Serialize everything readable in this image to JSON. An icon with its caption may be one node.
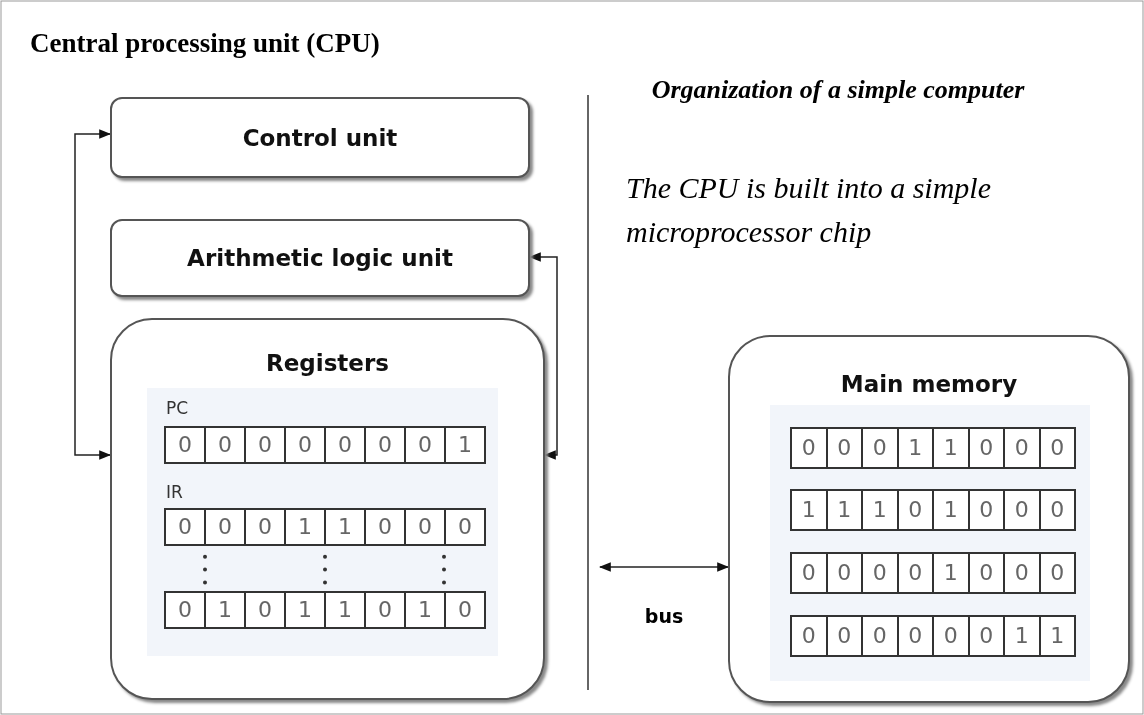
{
  "diagram": {
    "title": "Central processing unit (CPU)",
    "nodes": [
      {
        "text": [
          "Control unit"
        ]
      },
      {
        "text": [
          "Arithmetic logic unit"
        ]
      },
      {
        "text": [
          "Registers"
        ]
      },
      {
        "text": [
          "Main memory"
        ]
      }
    ],
    "edges": [
      {
        "from": 0,
        "to": 2,
        "arrow": "both"
      },
      {
        "from": 1,
        "to": 2,
        "arrow": "both"
      },
      {
        "from": null,
        "to": 3,
        "arrow": "both",
        "label": "bus"
      }
    ],
    "labels": [
      "Organization of a simple computer",
      "The CPU is built into a simple microprocessor chip",
      "PC",
      "0",
      "0",
      "0",
      "0",
      "0",
      "0",
      "0",
      "1",
      "IR",
      "0",
      "0",
      "0",
      "1",
      "1",
      "0",
      "0",
      "0",
      "0",
      "1",
      "0",
      "1",
      "1",
      "0",
      "1",
      "0",
      "0",
      "0",
      "0",
      "1",
      "1",
      "0",
      "0",
      "0",
      "1",
      "1",
      "1",
      "0",
      "1",
      "0",
      "0",
      "0",
      "0",
      "0",
      "0",
      "0",
      "1",
      "0",
      "0",
      "0",
      "0",
      "0",
      "0",
      "0",
      "0",
      "0",
      "1",
      "1"
    ]
  }
}
